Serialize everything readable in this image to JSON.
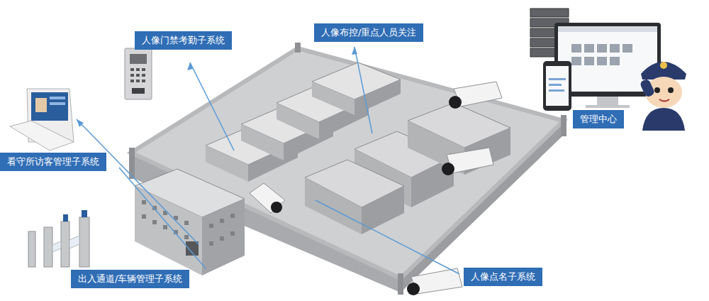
{
  "diagram": {
    "nodes": [
      {
        "text": [
          "人像门禁考勤子系统"
        ]
      },
      {
        "text": [
          "人像布控/重点人员关注"
        ]
      },
      {
        "text": [
          "看守所访客管理子系统"
        ]
      },
      {
        "text": [
          "管理中心"
        ]
      },
      {
        "text": [
          "出入通道/车辆管理子系统"
        ]
      },
      {
        "text": [
          "人像点名子系统"
        ]
      }
    ]
  }
}
